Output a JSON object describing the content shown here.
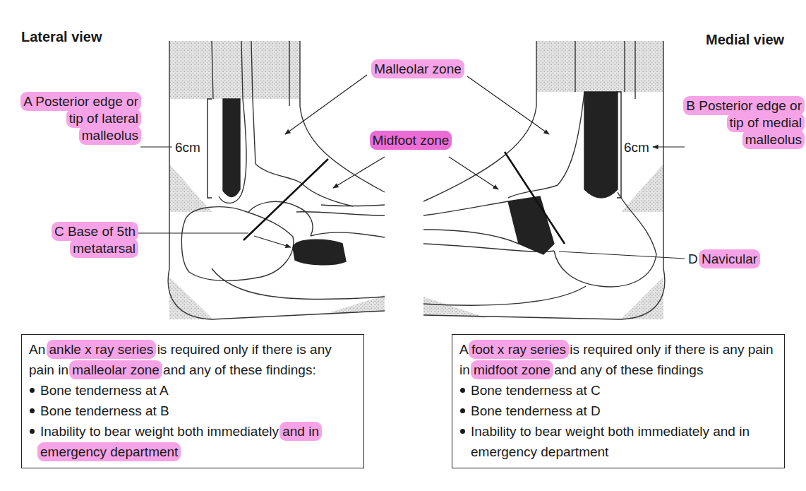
{
  "diagram": {
    "nodes": [
      {
        "text": [
          "An ankle x ray series is required only if there is any pain in malleolar zone and any of these findings:",
          "Bone tenderness at A",
          "Bone tenderness at B",
          "Inability to bear weight both immediately and in emergency department"
        ]
      },
      {
        "text": [
          "A foot x ray series is required only if there is any pain in midfoot zone and any of these findings",
          "Bone tenderness at C",
          "Bone tenderness at D",
          "Inability to bear weight both immediately and in emergency department"
        ]
      }
    ],
    "labels": [
      "Lateral view",
      "Medial view",
      "Malleolar zone",
      "A Posterior edge or tip of lateral malleolus",
      "6cm",
      "Midfoot zone",
      "6cm",
      "B Posterior edge or tip of medial malleolus",
      "C Base of 5th metatarsal",
      "D Navicular"
    ]
  }
}
